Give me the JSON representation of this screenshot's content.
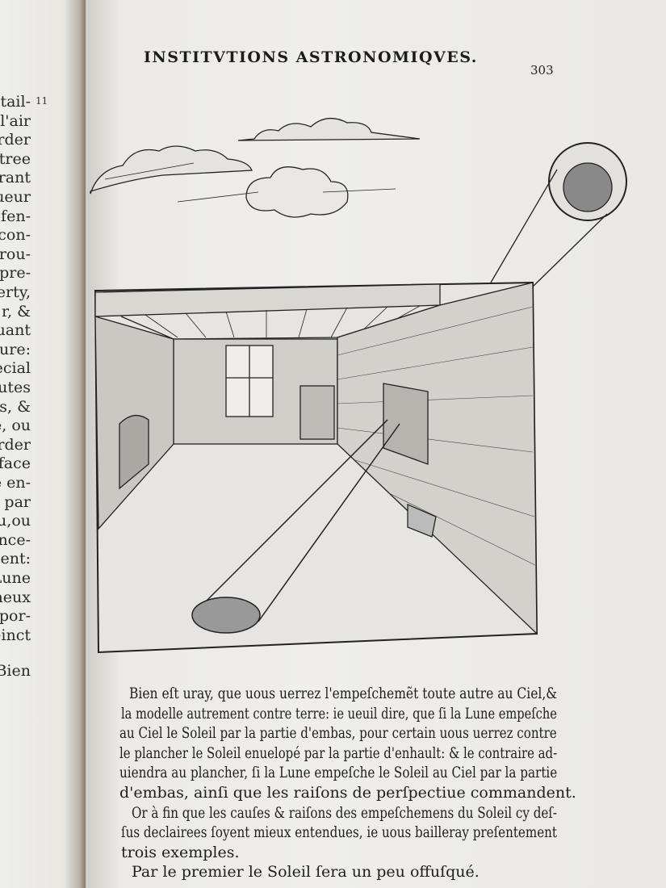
{
  "left_page": {
    "folio": "11",
    "line_fragments": [
      "tail-",
      "l'air",
      "rder",
      "ntree",
      "rant",
      "ueur",
      "efen-",
      "con-",
      "rou-",
      "pre-",
      "erty,",
      "r, &",
      "uant",
      "eure:",
      "ecial",
      "outes",
      "rs, &",
      "é, ou",
      "arder",
      "e face",
      "e en-",
      "z par",
      "u,ou",
      "ence-",
      "ment:",
      "Lune",
      "ineux",
      "e por-",
      "peinct",
      "Bien"
    ]
  },
  "right_page": {
    "running_head": "INSTITVTIONS ASTRONOMIQVES.",
    "page_number": "303",
    "body_lines": [
      "Bien eſt uray, que uous uerrez l'empeſchemẽt toute autre au Ciel,&",
      "la modelle autrement contre terre: ie ueuil dire, que ſi la Lune empeſche",
      "au Ciel le Soleil par la partie d'embas, pour certain uous uerrez contre",
      "le plancher le Soleil enuelopé par la partie d'enhault: & le contraire ad-",
      "uiendra au plancher, ſi la Lune empeſche le Soleil au Ciel par la partie",
      "d'embas, ainſi que les raiſons de perſpectiue commandent.",
      "Or à fin que les cauſes & raiſons des empeſchemens du Soleil cy deſ-",
      "ſus declairees ſoyent mieux entendues, ie uous bailleray preſentement",
      "trois exemples.",
      "Par le premier le Soleil ſera un peu offuſqué."
    ]
  },
  "colors": {
    "paper": "#efeeeb",
    "ink": "#1e1e1e",
    "gutter": "#5a4b3c"
  }
}
